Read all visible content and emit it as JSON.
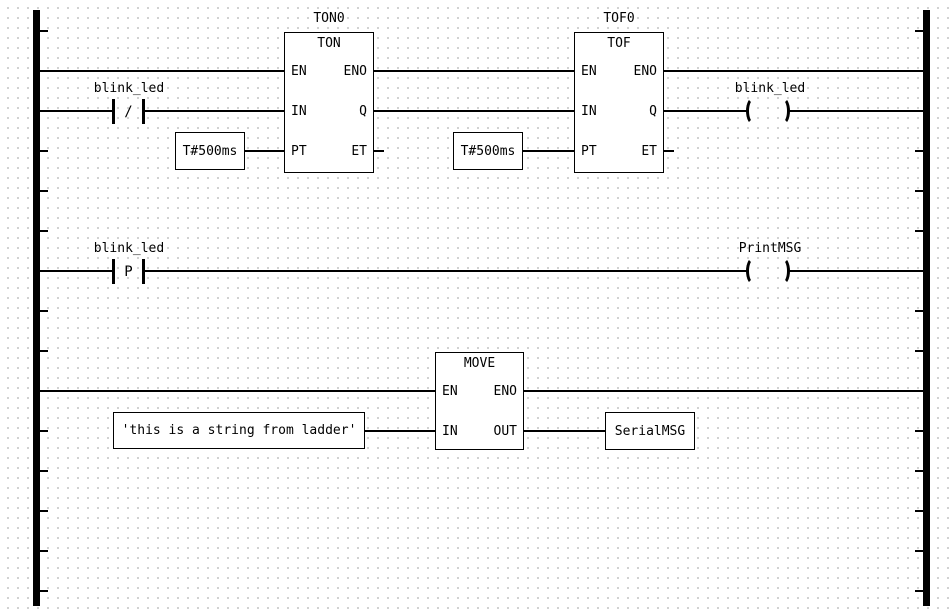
{
  "colors": {
    "background": "#ffffff",
    "grid_dot": "#c2c2c2",
    "line": "#000000"
  },
  "rung1": {
    "contact": {
      "label": "blink_led",
      "modifier": "/"
    },
    "ton": {
      "instance": "TON0",
      "title": "TON",
      "pin_en": "EN",
      "pin_eno": "ENO",
      "pin_in": "IN",
      "pin_q": "Q",
      "pin_pt": "PT",
      "pin_et": "ET"
    },
    "ton_pt": "T#500ms",
    "tof": {
      "instance": "TOF0",
      "title": "TOF",
      "pin_en": "EN",
      "pin_eno": "ENO",
      "pin_in": "IN",
      "pin_q": "Q",
      "pin_pt": "PT",
      "pin_et": "ET"
    },
    "tof_pt": "T#500ms",
    "coil": {
      "label": "blink_led",
      "symbol": "( )"
    }
  },
  "rung2": {
    "contact": {
      "label": "blink_led",
      "modifier": "P"
    },
    "coil": {
      "label": "PrintMSG",
      "symbol": "( )"
    }
  },
  "rung3": {
    "move": {
      "title": "MOVE",
      "pin_en": "EN",
      "pin_eno": "ENO",
      "pin_in": "IN",
      "pin_out": "OUT"
    },
    "input_literal": "'this is a string from ladder'",
    "output_var": "SerialMSG"
  }
}
